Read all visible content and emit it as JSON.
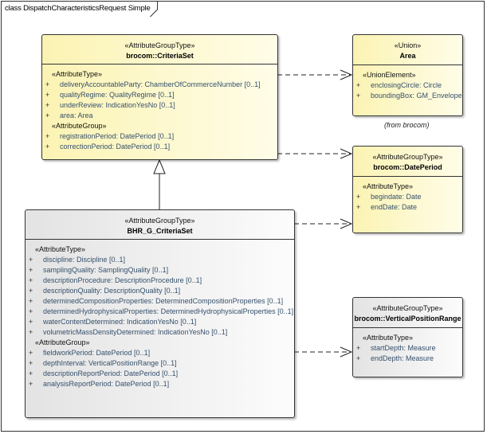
{
  "frame": {
    "title": "class DispatchCharacteristicsRequest Simple"
  },
  "classes": {
    "criteria_set": {
      "stereotype": "«AttributeGroupType»",
      "name": "brocom::CriteriaSet",
      "sections": [
        {
          "label": "«AttributeType»",
          "attributes": [
            {
              "vis": "+",
              "text": "deliveryAccountableParty: ChamberOfCommerceNumber [0..1]"
            },
            {
              "vis": "+",
              "text": "qualityRegime: QualityRegime [0..1]"
            },
            {
              "vis": "+",
              "text": "underReview: IndicationYesNo [0..1]"
            },
            {
              "vis": "+",
              "text": "area: Area"
            }
          ]
        },
        {
          "label": "«AttributeGroup»",
          "attributes": [
            {
              "vis": "+",
              "text": "registrationPeriod: DatePeriod [0..1]"
            },
            {
              "vis": "+",
              "text": "correctionPeriod: DatePeriod [0..1]"
            }
          ]
        }
      ]
    },
    "bhr_criteria_set": {
      "stereotype": "«AttributeGroupType»",
      "name": "BHR_G_CriteriaSet",
      "sections": [
        {
          "label": "«AttributeType»",
          "attributes": [
            {
              "vis": "+",
              "text": "discipline: Discipline [0..1]"
            },
            {
              "vis": "+",
              "text": "samplingQuality: SamplingQuality [0..1]"
            },
            {
              "vis": "+",
              "text": "descriptionProcedure: DescriptionProcedure [0..1]"
            },
            {
              "vis": "+",
              "text": "descriptionQuality: DescriptionQuality [0..1]"
            },
            {
              "vis": "+",
              "text": "determinedCompositionProperties: DeterminedCompositionProperties [0..1]"
            },
            {
              "vis": "+",
              "text": "determinedHydrophysicalProperties: DeterminedHydrophysicalProperties [0..1]"
            },
            {
              "vis": "+",
              "text": "waterContentDetermined: IndicationYesNo [0..1]"
            },
            {
              "vis": "+",
              "text": "volumetricMassDensityDetermined: IndicationYesNo [0..1]"
            }
          ]
        },
        {
          "label": "«AttributeGroup»",
          "attributes": [
            {
              "vis": "+",
              "text": "fieldworkPeriod: DatePeriod [0..1]"
            },
            {
              "vis": "+",
              "text": "depthInterval: VerticalPositionRange [0..1]"
            },
            {
              "vis": "+",
              "text": "descriptionReportPeriod: DatePeriod [0..1]"
            },
            {
              "vis": "+",
              "text": "analysisReportPeriod: DatePeriod [0..1]"
            }
          ]
        }
      ]
    },
    "area": {
      "stereotype": "«Union»",
      "name": "Area",
      "note": "(from brocom)",
      "sections": [
        {
          "label": "«UnionElement»",
          "attributes": [
            {
              "vis": "+",
              "text": "enclosingCircle: Circle"
            },
            {
              "vis": "+",
              "text": "boundingBox: GM_Envelope"
            }
          ]
        }
      ]
    },
    "date_period": {
      "stereotype": "«AttributeGroupType»",
      "name": "brocom::DatePeriod",
      "sections": [
        {
          "label": "«AttributeType»",
          "attributes": [
            {
              "vis": "+",
              "text": "begindate: Date"
            },
            {
              "vis": "+",
              "text": "endDate: Date"
            }
          ]
        }
      ]
    },
    "vertical_position_range": {
      "stereotype": "«AttributeGroupType»",
      "name": "brocom::VerticalPositionRange",
      "sections": [
        {
          "label": "«AttributeType»",
          "attributes": [
            {
              "vis": "+",
              "text": "startDepth: Measure"
            },
            {
              "vis": "+",
              "text": "endDepth: Measure"
            }
          ]
        }
      ]
    }
  },
  "relations": [
    {
      "type": "dependency",
      "from": "criteria_set",
      "to": "area"
    },
    {
      "type": "dependency",
      "from": "criteria_set",
      "to": "date_period"
    },
    {
      "type": "dependency",
      "from": "bhr_criteria_set",
      "to": "date_period"
    },
    {
      "type": "dependency",
      "from": "bhr_criteria_set",
      "to": "vertical_position_range"
    },
    {
      "type": "generalization",
      "from": "bhr_criteria_set",
      "to": "criteria_set"
    }
  ],
  "colors": {
    "class_fill": "#fbf3b3",
    "external_fill": "#e3e3e3",
    "attribute_text": "#35506c"
  }
}
